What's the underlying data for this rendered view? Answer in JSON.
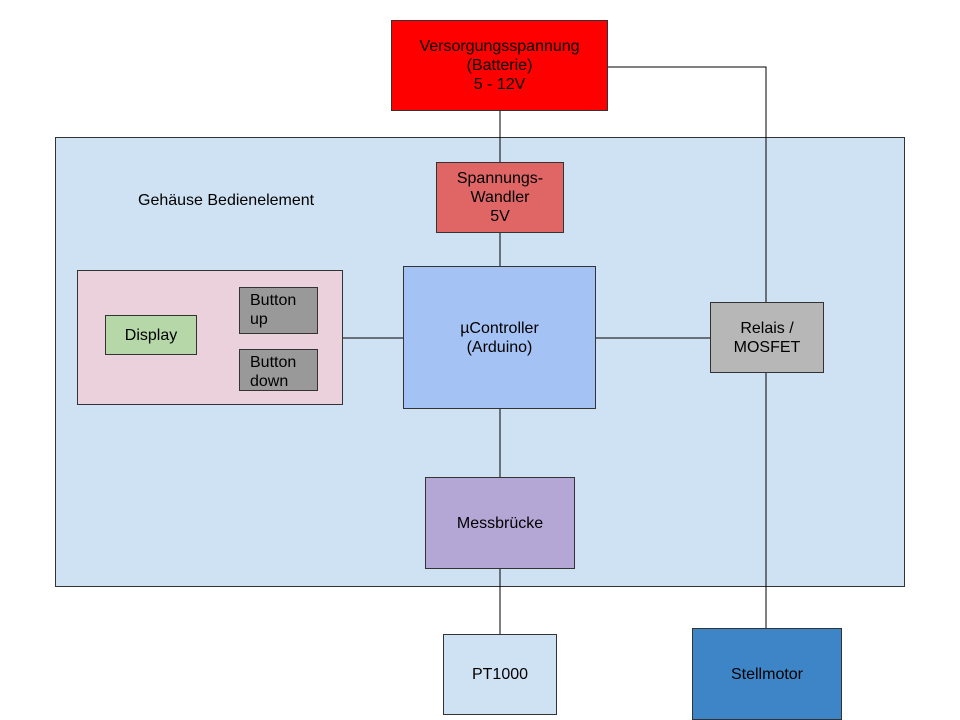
{
  "colors": {
    "supply": "#ff0000",
    "housing": "#cfe2f3",
    "converter": "#e06666",
    "panel": "#ead1dc",
    "display": "#b6d7a8",
    "button": "#999999",
    "controller": "#a4c2f4",
    "relay": "#b7b7b7",
    "bridge": "#b4a7d6",
    "sensor": "#cfe2f3",
    "motor": "#3d85c6"
  },
  "diagram": {
    "housing_label": "Gehäuse Bedienelement",
    "supply_label": "Versorgungsspannung\n(Batterie)\n5 - 12V",
    "converter_label": "Spannungs-\nWandler\n5V",
    "display_label": "Display",
    "button_up_label": "Button\nup",
    "button_down_label": "Button\ndown",
    "controller_label": "µController\n(Arduino)",
    "relay_label": "Relais /\nMOSFET",
    "bridge_label": "Messbrücke",
    "sensor_label": "PT1000",
    "motor_label": "Stellmotor"
  }
}
